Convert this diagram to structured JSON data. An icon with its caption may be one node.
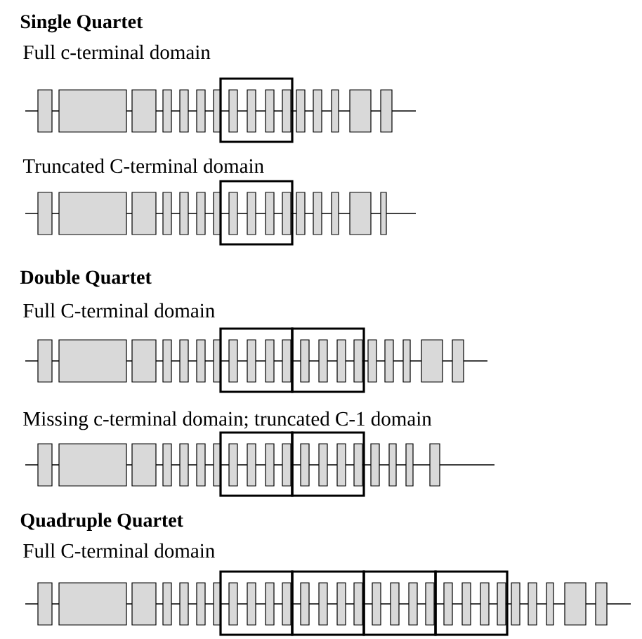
{
  "diagram": {
    "labels": [
      "Single Quartet",
      "Full c-terminal domain",
      "Truncated C-terminal domain",
      "Double Quartet",
      "Full C-terminal domain",
      "Missing c-terminal domain; truncated C-1 domain",
      "Quadruple Quartet",
      "Full C-terminal domain"
    ]
  }
}
